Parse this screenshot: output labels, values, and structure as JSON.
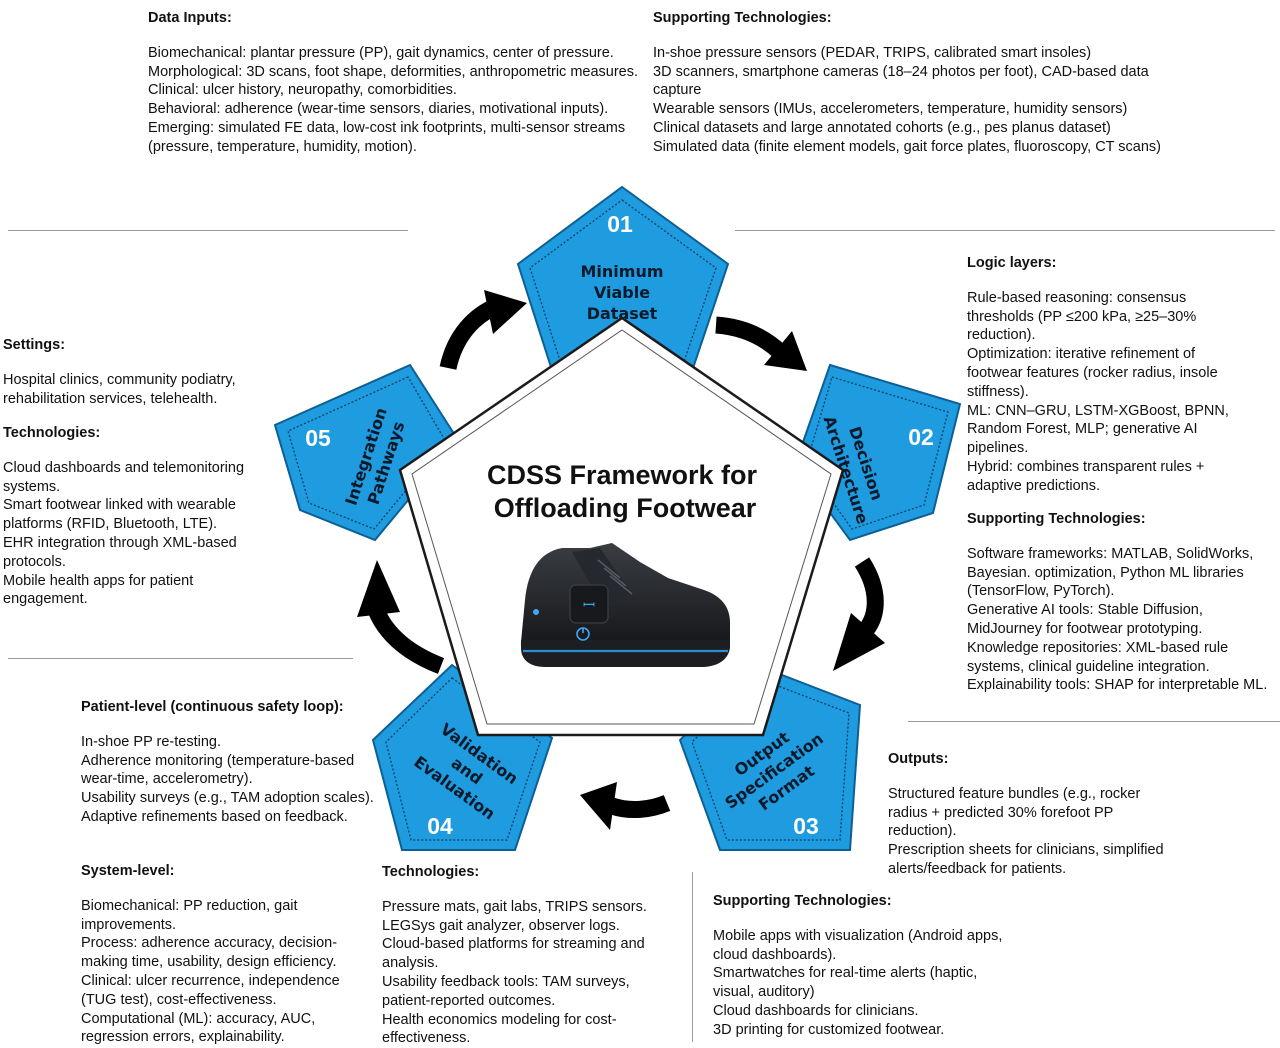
{
  "center": {
    "title_line1": "CDSS Framework for",
    "title_line2": "Offloading Footwear",
    "image_icon": "smart-shoe-icon"
  },
  "stages": [
    {
      "number": "01",
      "lines": [
        "Minimum",
        "Viable",
        "Dataset"
      ]
    },
    {
      "number": "02",
      "lines": [
        "Decision",
        "Architecture"
      ]
    },
    {
      "number": "03",
      "lines": [
        "Output",
        "Specification",
        "Format"
      ]
    },
    {
      "number": "04",
      "lines": [
        "Validation",
        "and",
        "Evaluation"
      ]
    },
    {
      "number": "05",
      "lines": [
        "Integration",
        "Pathways"
      ]
    }
  ],
  "panels": {
    "data_inputs": {
      "heading": "Data Inputs:",
      "items": [
        "Biomechanical: plantar pressure (PP), gait dynamics, center of pressure.",
        "Morphological: 3D scans, foot shape, deformities, anthropometric measures.",
        "Clinical: ulcer history, neuropathy, comorbidities.",
        "Behavioral: adherence (wear-time sensors, diaries, motivational inputs).",
        "Emerging: simulated FE data, low-cost ink footprints, multi-sensor streams (pressure, temperature, humidity, motion)."
      ]
    },
    "dataset_tech": {
      "heading": "Supporting Technologies:",
      "items": [
        "In-shoe pressure sensors (PEDAR, TRIPS, calibrated smart insoles)",
        "3D scanners, smartphone cameras (18–24 photos per foot), CAD-based data capture",
        "Wearable sensors (IMUs, accelerometers, temperature, humidity sensors)",
        "Clinical datasets and large annotated cohorts (e.g., pes planus dataset)",
        "Simulated data (finite element models, gait force plates, fluoroscopy, CT scans)"
      ]
    },
    "logic_layers": {
      "heading": "Logic layers:",
      "items": [
        "Rule-based reasoning: consensus thresholds (PP ≤200 kPa, ≥25–30% reduction).",
        "Optimization: iterative refinement of footwear features (rocker radius, insole stiffness).",
        "ML: CNN–GRU, LSTM-XGBoost, BPNN, Random Forest, MLP; generative AI pipelines.",
        "Hybrid: combines transparent rules + adaptive predictions."
      ]
    },
    "decision_tech": {
      "heading": "Supporting Technologies:",
      "items": [
        "Software frameworks: MATLAB, SolidWorks, Bayesian. optimization, Python ML libraries (TensorFlow, PyTorch).",
        "Generative AI tools: Stable Diffusion, MidJourney for footwear prototyping.",
        "Knowledge repositories: XML-based rule systems, clinical guideline integration.",
        "Explainability tools: SHAP for interpretable ML."
      ]
    },
    "outputs": {
      "heading": "Outputs:",
      "items": [
        "Structured feature bundles (e.g., rocker radius + predicted 30% forefoot PP reduction).",
        "Prescription sheets for clinicians, simplified alerts/feedback for patients."
      ]
    },
    "output_tech": {
      "heading": "Supporting Technologies:",
      "items": [
        "Mobile apps with visualization (Android apps, cloud dashboards).",
        "Smartwatches for real-time alerts (haptic, visual, auditory)",
        "Cloud dashboards for clinicians.",
        "3D printing for customized footwear."
      ]
    },
    "validation_tech": {
      "heading": "Technologies:",
      "items": [
        "Pressure mats, gait labs, TRIPS sensors.",
        "LEGSys gait analyzer, observer logs.",
        "Cloud-based platforms for streaming and analysis.",
        "Usability feedback tools: TAM surveys, patient-reported outcomes.",
        "Health economics modeling for cost-effectiveness."
      ]
    },
    "patient_level": {
      "heading": "Patient-level (continuous safety loop):",
      "items": [
        "In-shoe PP re-testing.",
        "Adherence monitoring (temperature-based wear-time, accelerometry).",
        "Usability surveys (e.g., TAM adoption scales).",
        "Adaptive refinements based on feedback."
      ]
    },
    "system_level": {
      "heading": "System-level:",
      "items": [
        "Biomechanical: PP reduction, gait improvements.",
        "Process: adherence accuracy, decision-making time, usability, design efficiency.",
        "Clinical: ulcer recurrence, independence (TUG test), cost-effectiveness.",
        "Computational (ML): accuracy, AUC, regression errors, explainability."
      ]
    },
    "settings": {
      "heading": "Settings:",
      "items": [
        "Hospital clinics, community podiatry, rehabilitation services, telehealth."
      ]
    },
    "integration_tech": {
      "heading": "Technologies:",
      "items": [
        "Cloud dashboards and telemonitoring systems.",
        "Smart footwear linked with wearable platforms (RFID, Bluetooth, LTE).",
        "EHR integration through XML-based protocols.",
        "Mobile health apps for patient engagement."
      ]
    }
  },
  "colors": {
    "stage_fill": "#1f9be0",
    "stage_stroke": "#0d5f94",
    "arrow": "#000000"
  }
}
